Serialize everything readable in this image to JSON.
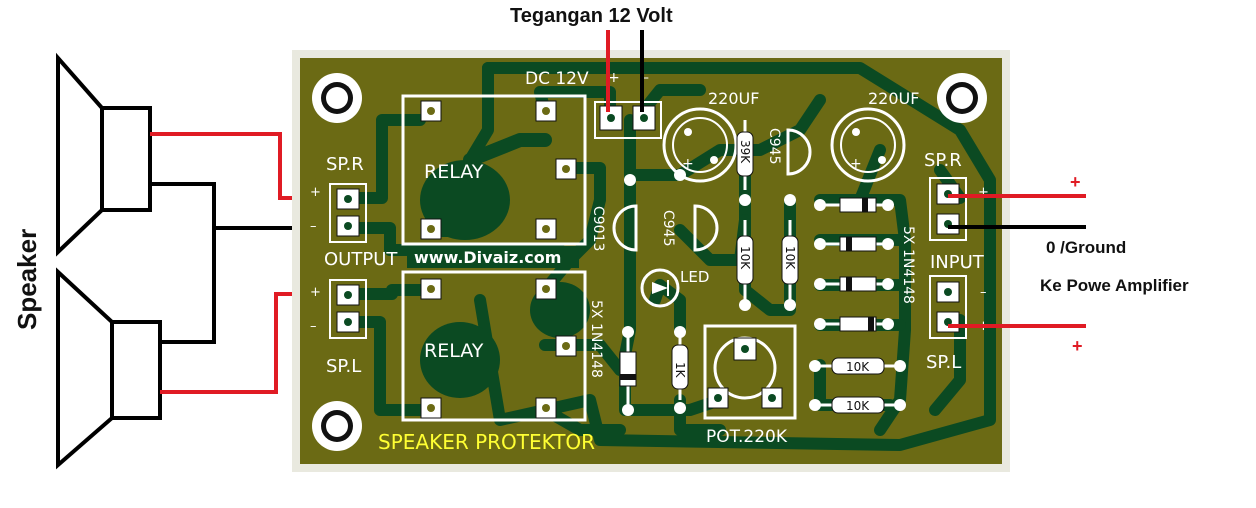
{
  "labels": {
    "supply_title": "Tegangan 12 Volt",
    "speaker": "Speaker",
    "ground": "0 /Ground",
    "amplifier": "Ke Powe Amplifier",
    "plus": "+",
    "minus": "–",
    "dc": "DC 12V",
    "dc_plus": "+",
    "dc_minus": "–",
    "relay_top": "RELAY",
    "relay_bottom": "RELAY",
    "spr_left": "SP.R",
    "spl_left": "SP.L",
    "output": "OUTPUT",
    "spr_right": "SP.R",
    "spl_right": "SP.L",
    "input": "INPUT",
    "cap_left": "220UF",
    "cap_right": "220UF",
    "c945_top": "C945",
    "c945_mid": "C945",
    "c9013": "C9013",
    "r39k": "39K",
    "r10k_a": "10K",
    "r10k_b": "10K",
    "r10k_c": "10K",
    "r10k_d": "10K",
    "r1k": "1K",
    "diode_center": "5X 1N4148",
    "diode_right": "5X 1N4148",
    "led": "LED",
    "pot": "POT.220K",
    "board_title": "SPEAKER PROTEKTOR",
    "watermark": "www.Divaiz.com"
  },
  "colors": {
    "board": "#6b6a14",
    "copper": "#0b4a22",
    "wire_red": "#e01b24",
    "wire_black": "#000000",
    "silkscreen": "#ffffff",
    "title_text": "#ffff33"
  }
}
